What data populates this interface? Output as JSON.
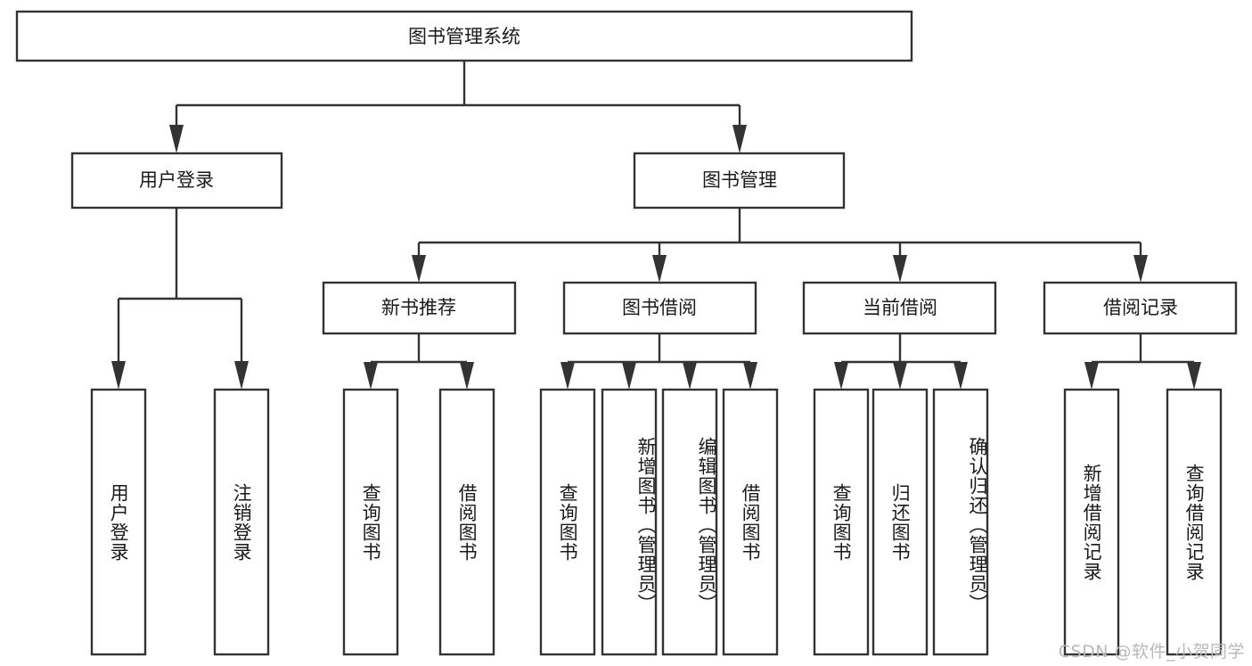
{
  "diagram": {
    "type": "tree-hierarchy",
    "title": "图书管理系统",
    "watermark": "CSDN @软件_小贺同学",
    "colors": {
      "box_stroke": "#333333",
      "box_fill": "#ffffff",
      "text": "#1a1a1a",
      "background": "#ffffff",
      "watermark": "#b9b9b9"
    },
    "root": {
      "label": "图书管理系统"
    },
    "level2": [
      {
        "label": "用户登录"
      },
      {
        "label": "图书管理"
      }
    ],
    "level3": [
      {
        "label": "新书推荐"
      },
      {
        "label": "图书借阅"
      },
      {
        "label": "当前借阅"
      },
      {
        "label": "借阅记录"
      }
    ],
    "leaves": {
      "user_login": [
        {
          "label": "用户登录"
        },
        {
          "label": "注销登录"
        }
      ],
      "new_book": [
        {
          "label": "查询图书"
        },
        {
          "label": "借阅图书"
        }
      ],
      "book_borrow": [
        {
          "label": "查询图书"
        },
        {
          "label": "新增图书（管理员）"
        },
        {
          "label": "编辑图书（管理员）"
        },
        {
          "label": "借阅图书"
        }
      ],
      "current_borrow": [
        {
          "label": "查询图书"
        },
        {
          "label": "归还图书"
        },
        {
          "label": "确认归还（管理员）"
        }
      ],
      "borrow_record": [
        {
          "label": "新增借阅记录"
        },
        {
          "label": "查询借阅记录"
        }
      ]
    }
  }
}
